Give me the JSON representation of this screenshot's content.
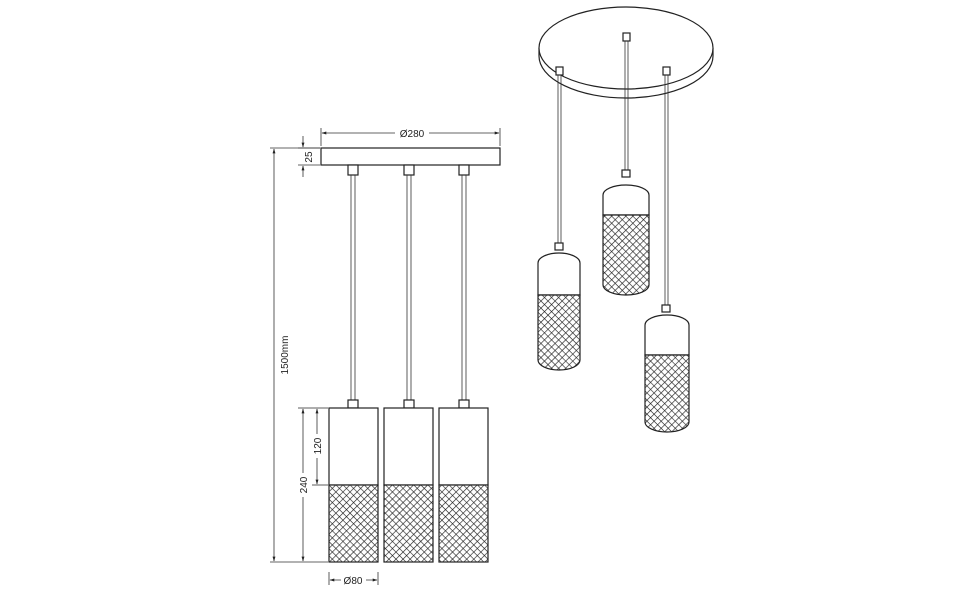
{
  "dimensions": {
    "canopy_diameter": "Ø280",
    "canopy_height": "25",
    "total_height": "1500mm",
    "shade_upper_height": "120",
    "shade_height": "240",
    "shade_diameter": "Ø80"
  },
  "colors": {
    "line": "#222222",
    "background": "#ffffff"
  }
}
